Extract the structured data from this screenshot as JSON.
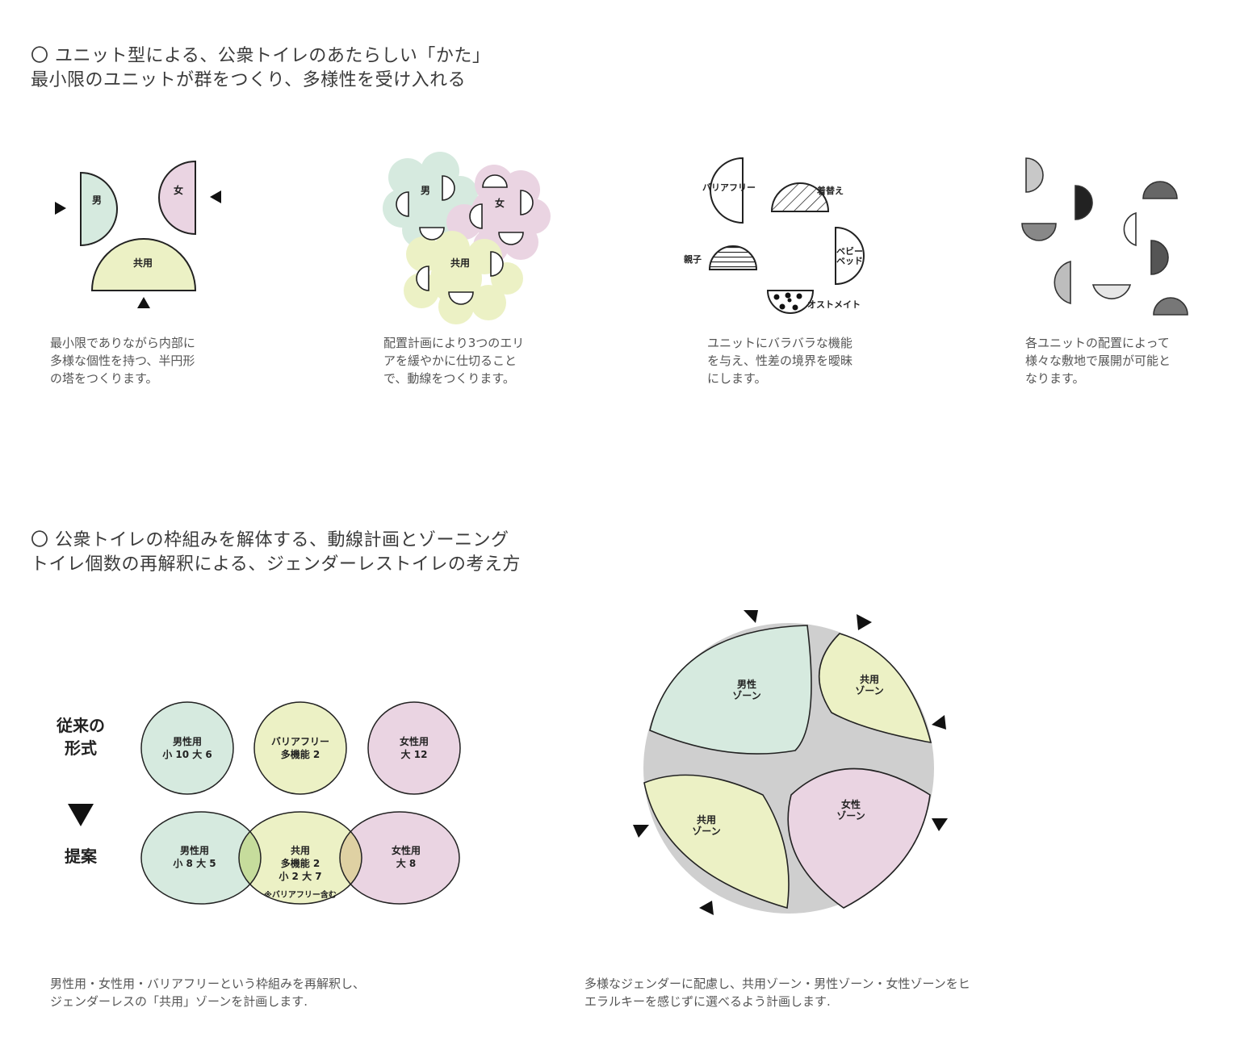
{
  "section1": {
    "heading_line1": "〇 ユニット型による、公衆トイレのあたらしい「かた」",
    "heading_line2": "最小限のユニットが群をつくり、多様性を受け入れる",
    "panel1": {
      "labels": {
        "male": "男",
        "female": "女",
        "shared": "共用"
      },
      "caption": [
        "最小限でありながら内部に",
        "多様な個性を持つ、半円形",
        "の塔をつくります。"
      ]
    },
    "panel2": {
      "labels": {
        "male": "男",
        "female": "女",
        "shared": "共用"
      },
      "caption": [
        "配置計画により3つのエリ",
        "アを緩やかに仕切ること",
        "で、動線をつくります。"
      ]
    },
    "panel3": {
      "labels": {
        "barrier_free": "バリアフリー",
        "changing": "着替え",
        "parent_child": "親子",
        "baby_bed_1": "ベビー",
        "baby_bed_2": "ベッド",
        "ostomate": "オストメイト"
      },
      "caption": [
        "ユニットにバラバラな機能",
        "を与え、性差の境界を曖昧",
        "にします。"
      ]
    },
    "panel4": {
      "caption": [
        "各ユニットの配置によって",
        "様々な敷地で展開が可能と",
        "なります。"
      ]
    }
  },
  "section2": {
    "heading_line1": "〇 公衆トイレの枠組みを解体する、動線計画とゾーニング",
    "heading_line2": "トイレ個数の再解釈による、ジェンダーレストイレの考え方",
    "conventional": {
      "label_line1": "従来の",
      "label_line2": "形式",
      "male": [
        "男性用",
        "小 10 大 6"
      ],
      "barrier_free": [
        "バリアフリー",
        "多機能 2"
      ],
      "female": [
        "女性用",
        "大 12"
      ]
    },
    "proposal": {
      "label": "提案",
      "male": [
        "男性用",
        "小 8 大 5"
      ],
      "shared": [
        "共用",
        "多機能 2",
        "小 2 大 7"
      ],
      "note": "※バリアフリー含む",
      "female": [
        "女性用",
        "大 8"
      ]
    },
    "zones": {
      "male": [
        "男性",
        "ゾーン"
      ],
      "shared_top": [
        "共用",
        "ゾーン"
      ],
      "shared_left": [
        "共用",
        "ゾーン"
      ],
      "female": [
        "女性",
        "ゾーン"
      ]
    },
    "caption_left": [
      "男性用・女性用・バリアフリーという枠組みを再解釈し、",
      "ジェンダーレスの「共用」ゾーンを計画します."
    ],
    "caption_right": [
      "多様なジェンダーに配慮し、共用ゾーン・男性ゾーン・女性ゾーンをヒ",
      "エラルキーを感じずに選べるよう計画します."
    ]
  },
  "colors": {
    "male": "#d6eadf",
    "female": "#ead4e2",
    "shared": "#ecf1c5",
    "overlap_left": "#c6dc9c",
    "overlap_right": "#dfd1a3",
    "zone_bg": "#cfcfcf",
    "stroke": "#222222"
  }
}
